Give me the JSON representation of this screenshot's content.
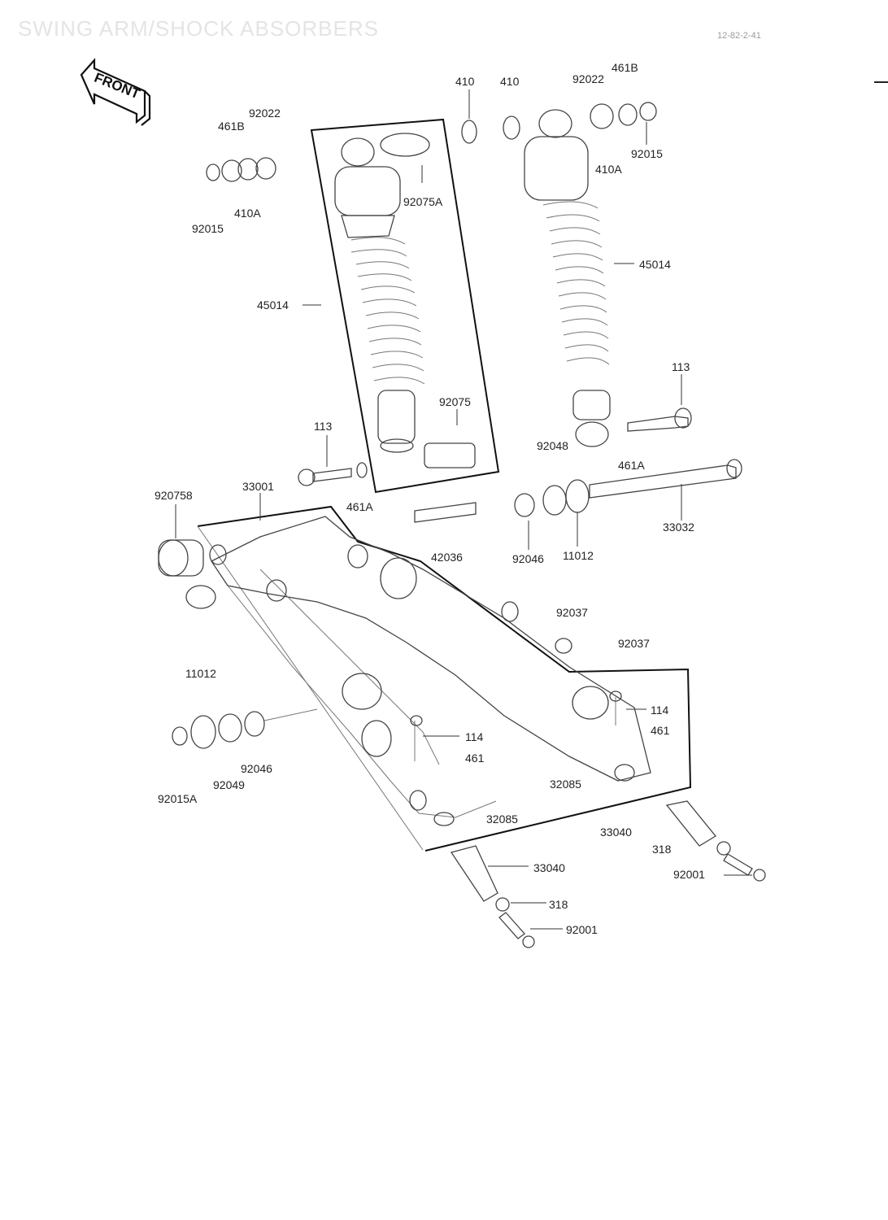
{
  "title": "SWING ARM/SHOCK ABSORBERS",
  "ref_code": "12-82-2-41",
  "front_label": "FRONT",
  "labels": {
    "l410a": "410",
    "l410b": "410",
    "l92022a": "92022",
    "l461ba": "461B",
    "l92022b": "92022",
    "l461bb": "461B",
    "l92015a": "92015",
    "l410ab": "410A",
    "l92075a": "92075A",
    "l410aa": "410A",
    "l92015b": "92015",
    "l45014a": "45014",
    "l45014b": "45014",
    "l113a": "113",
    "l92075": "92075",
    "l113b": "113",
    "l92048a": "92048",
    "l461aa": "461A",
    "l920758": "920758",
    "l33001": "33001",
    "l461ab": "461A",
    "l33032": "33032",
    "l42036": "42036",
    "l92046a": "92046",
    "l11012a": "11012",
    "l92037a": "92037",
    "l92037b": "92037",
    "l11012b": "11012",
    "l114a": "114",
    "l461a": "461",
    "l114b": "114",
    "l461b": "461",
    "l92046b": "92046",
    "l92049": "92049",
    "l92015c": "92015A",
    "l32085": "32085",
    "l32085b": "32085",
    "l33040a": "33040",
    "l318a": "318",
    "l92001a": "92001",
    "l33040b": "33040",
    "l318b": "318",
    "l92001b": "92001"
  }
}
